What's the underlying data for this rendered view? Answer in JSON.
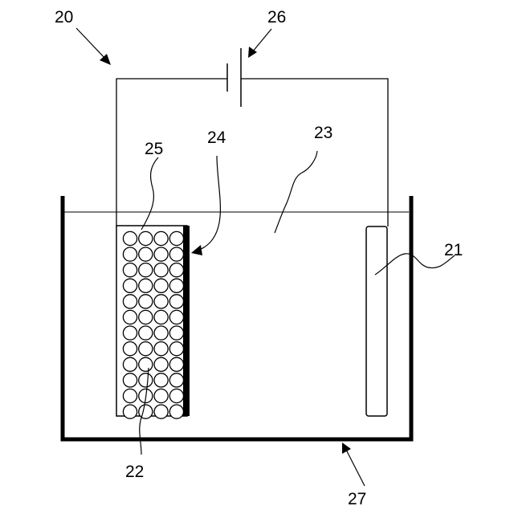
{
  "labels": {
    "device": "20",
    "counter_electrode": "21",
    "particles": "22",
    "electrolyte": "23",
    "backing_plate": "24",
    "particle_layer": "25",
    "power_source": "26",
    "container": "27"
  },
  "particle_grid": {
    "columns": 4,
    "rows": 12
  },
  "colors": {
    "line": "#000000",
    "background": "#ffffff"
  }
}
